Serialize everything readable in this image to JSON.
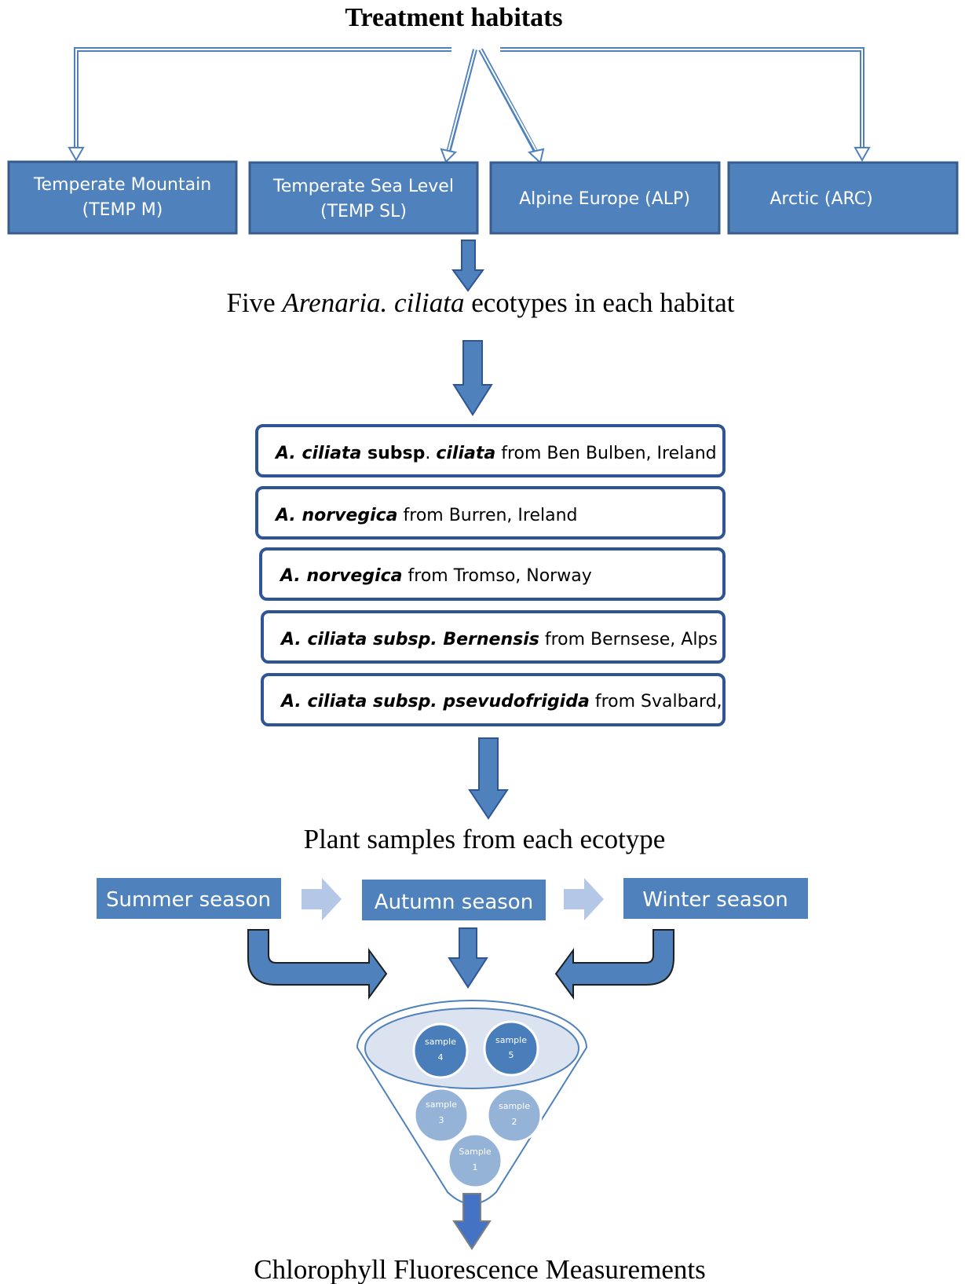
{
  "title": "Treatment habitats",
  "habitats": [
    {
      "line1": "Temperate Mountain",
      "line2": "(TEMP M)"
    },
    {
      "line1": "Temperate Sea Level",
      "line2": "(TEMP SL)"
    },
    {
      "line1": "Alpine Europe (ALP)",
      "line2": ""
    },
    {
      "line1": "Arctic (ARC)",
      "line2": ""
    }
  ],
  "ecotype_heading": {
    "pre": "Five ",
    "italic": "Arenaria. ciliata",
    "post": " ecotypes in each habitat"
  },
  "ecotypes": [
    {
      "bi1": "A.  ciliata",
      "b2": " subsp",
      "r3": ". ",
      "bi4": "ciliata",
      "r5": " from Ben Bulben, Ireland"
    },
    {
      "bi1": "A.  norvegica",
      "b2": "",
      "r3": "",
      "bi4": "",
      "r5": " from Burren, Ireland"
    },
    {
      "bi1": "A.  norvegica",
      "b2": "",
      "r3": "",
      "bi4": "",
      "r5": " from Tromso, Norway"
    },
    {
      "bi1": "A. ciliata subsp. Bernensis",
      "b2": "",
      "r3": "",
      "bi4": "",
      "r5": " from Bernsese, Alps"
    },
    {
      "bi1": "A. ciliata subsp. psevudofrigida",
      "b2": "",
      "r3": "",
      "bi4": "",
      "r5": " from Svalbard,"
    }
  ],
  "samples_heading": "Plant samples from each ecotype",
  "seasons": [
    "Summer season",
    "Autumn season",
    "Winter season"
  ],
  "funnel_samples": [
    {
      "label": "sample",
      "num": "4"
    },
    {
      "label": "sample",
      "num": "5"
    },
    {
      "label": "sample",
      "num": "3"
    },
    {
      "label": "sample",
      "num": "2"
    },
    {
      "label": "Sample",
      "num": "1"
    }
  ],
  "result": "Chlorophyll Fluorescence Measurements",
  "colors": {
    "box_fill": "#4f81bd",
    "box_stroke": "#385d8a",
    "arrow_fill": "#4f81bd",
    "arrow_stroke": "#2f5597",
    "light_arrow": "#b4c7e7",
    "funnel_stroke": "#4f81bd",
    "funnel_inner": "#dce3f0",
    "circle_dark": "#4a7ebb",
    "circle_light": "#95b3d7",
    "text_white": "#ffffff",
    "text_black": "#000000"
  }
}
